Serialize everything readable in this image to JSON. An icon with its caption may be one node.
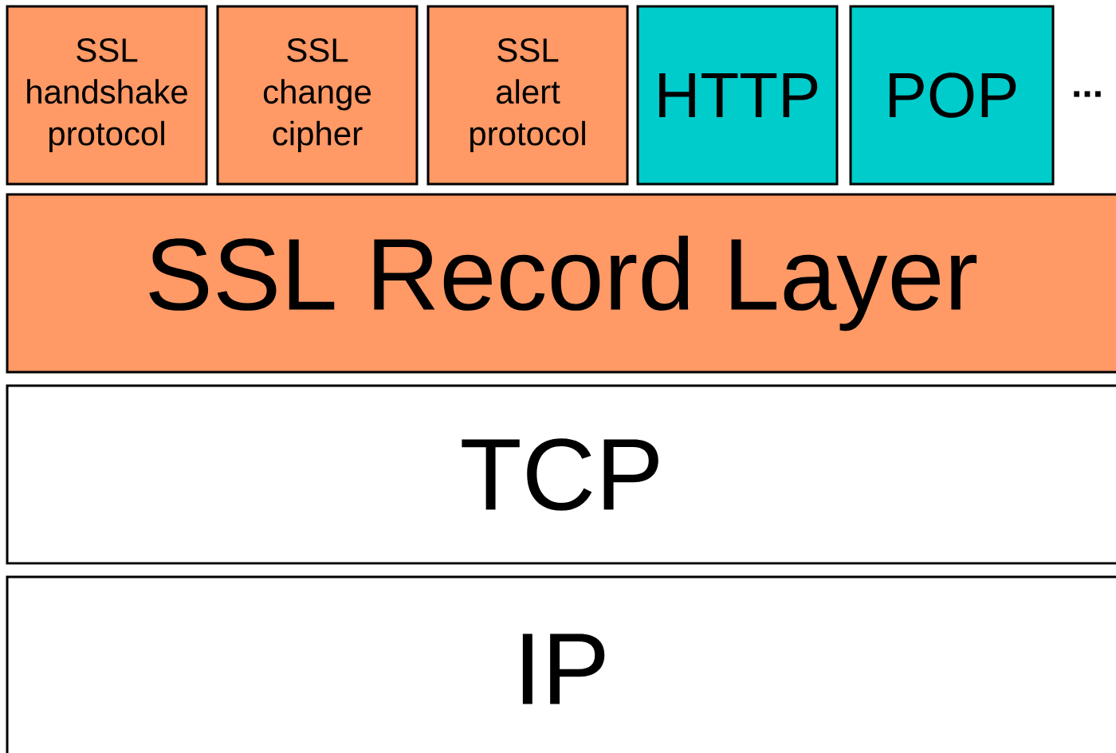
{
  "diagram": {
    "nodes": [
      {
        "text": [
          "SSL handshake protocol"
        ]
      },
      {
        "text": [
          "SSL change cipher"
        ]
      },
      {
        "text": [
          "SSL alert protocol"
        ]
      },
      {
        "text": [
          "HTTP"
        ]
      },
      {
        "text": [
          "POP"
        ]
      },
      {
        "text": [
          "SSL Record Layer"
        ]
      },
      {
        "text": [
          "TCP"
        ]
      },
      {
        "text": [
          "IP"
        ]
      }
    ],
    "labels": [
      "..."
    ]
  }
}
